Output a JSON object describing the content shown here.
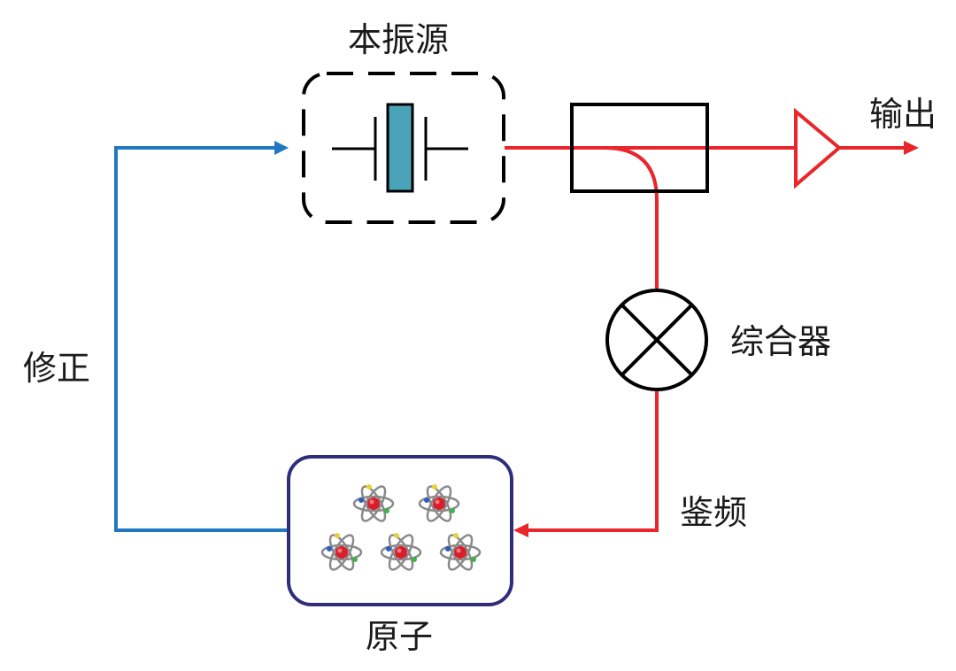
{
  "diagram": {
    "title": "Atomic clock closed-loop block diagram",
    "labels": {
      "local_oscillator": "本振源",
      "output": "输出",
      "synthesizer": "综合器",
      "frequency_discrimination": "鉴频",
      "atoms": "原子",
      "correction": "修正"
    },
    "atom_count": 5,
    "colors": {
      "signal_path": "#e8262b",
      "correction_path": "#1f78c1",
      "component_stroke": "#000000",
      "crystal_fill": "#4aa3b8",
      "atom_box_stroke": "#2e2e7a",
      "text": "#1a1a1a"
    },
    "flow": [
      {
        "from": "local_oscillator",
        "to": "coupler",
        "color": "signal_path"
      },
      {
        "from": "coupler",
        "to": "amplifier",
        "color": "signal_path"
      },
      {
        "from": "amplifier",
        "to": "output",
        "color": "signal_path"
      },
      {
        "from": "coupler",
        "to": "synthesizer",
        "color": "signal_path"
      },
      {
        "from": "synthesizer",
        "to": "atoms",
        "color": "signal_path",
        "label": "frequency_discrimination"
      },
      {
        "from": "atoms",
        "to": "local_oscillator",
        "color": "correction_path",
        "label": "correction"
      }
    ]
  }
}
